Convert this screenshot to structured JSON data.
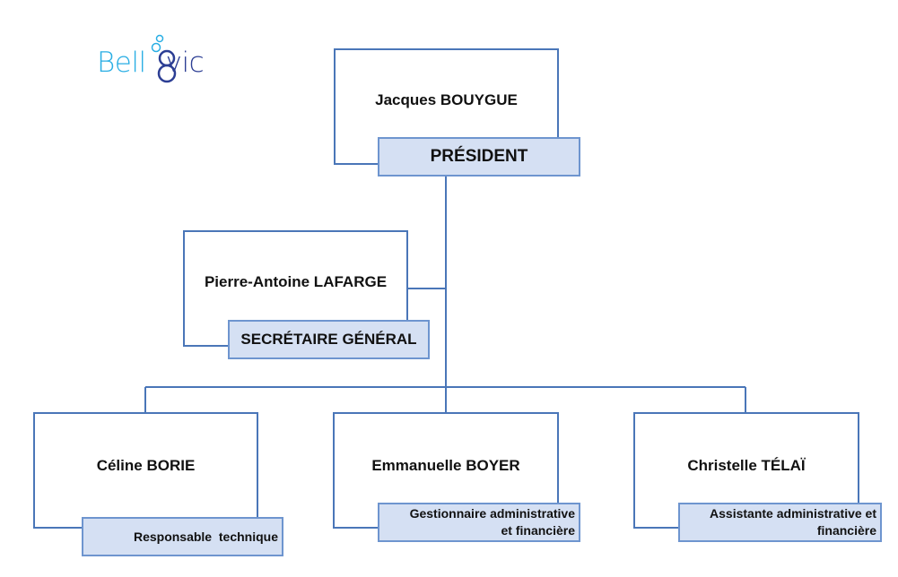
{
  "logo": {
    "part1": "Bell",
    "part2": "vic"
  },
  "president": {
    "name": "Jacques BOUYGUE",
    "title": "PRÉSIDENT"
  },
  "secretary": {
    "name": "Pierre-Antoine LAFARGE",
    "title": "SECRÉTAIRE GÉNÉRAL"
  },
  "staff": [
    {
      "name": "Céline BORIE",
      "title": "Responsable  technique"
    },
    {
      "name": "Emmanuelle BOYER",
      "title_line1": "Gestionnaire administrative",
      "title_line2": "et financière"
    },
    {
      "name": "Christelle TÉLAÏ",
      "title_line1": "Assistante administrative et",
      "title_line2": "financière"
    }
  ],
  "colors": {
    "border": "#4a76b8",
    "role_fill": "#d5e0f3",
    "logo_light": "#29aee4",
    "logo_dark": "#2c3e94"
  }
}
